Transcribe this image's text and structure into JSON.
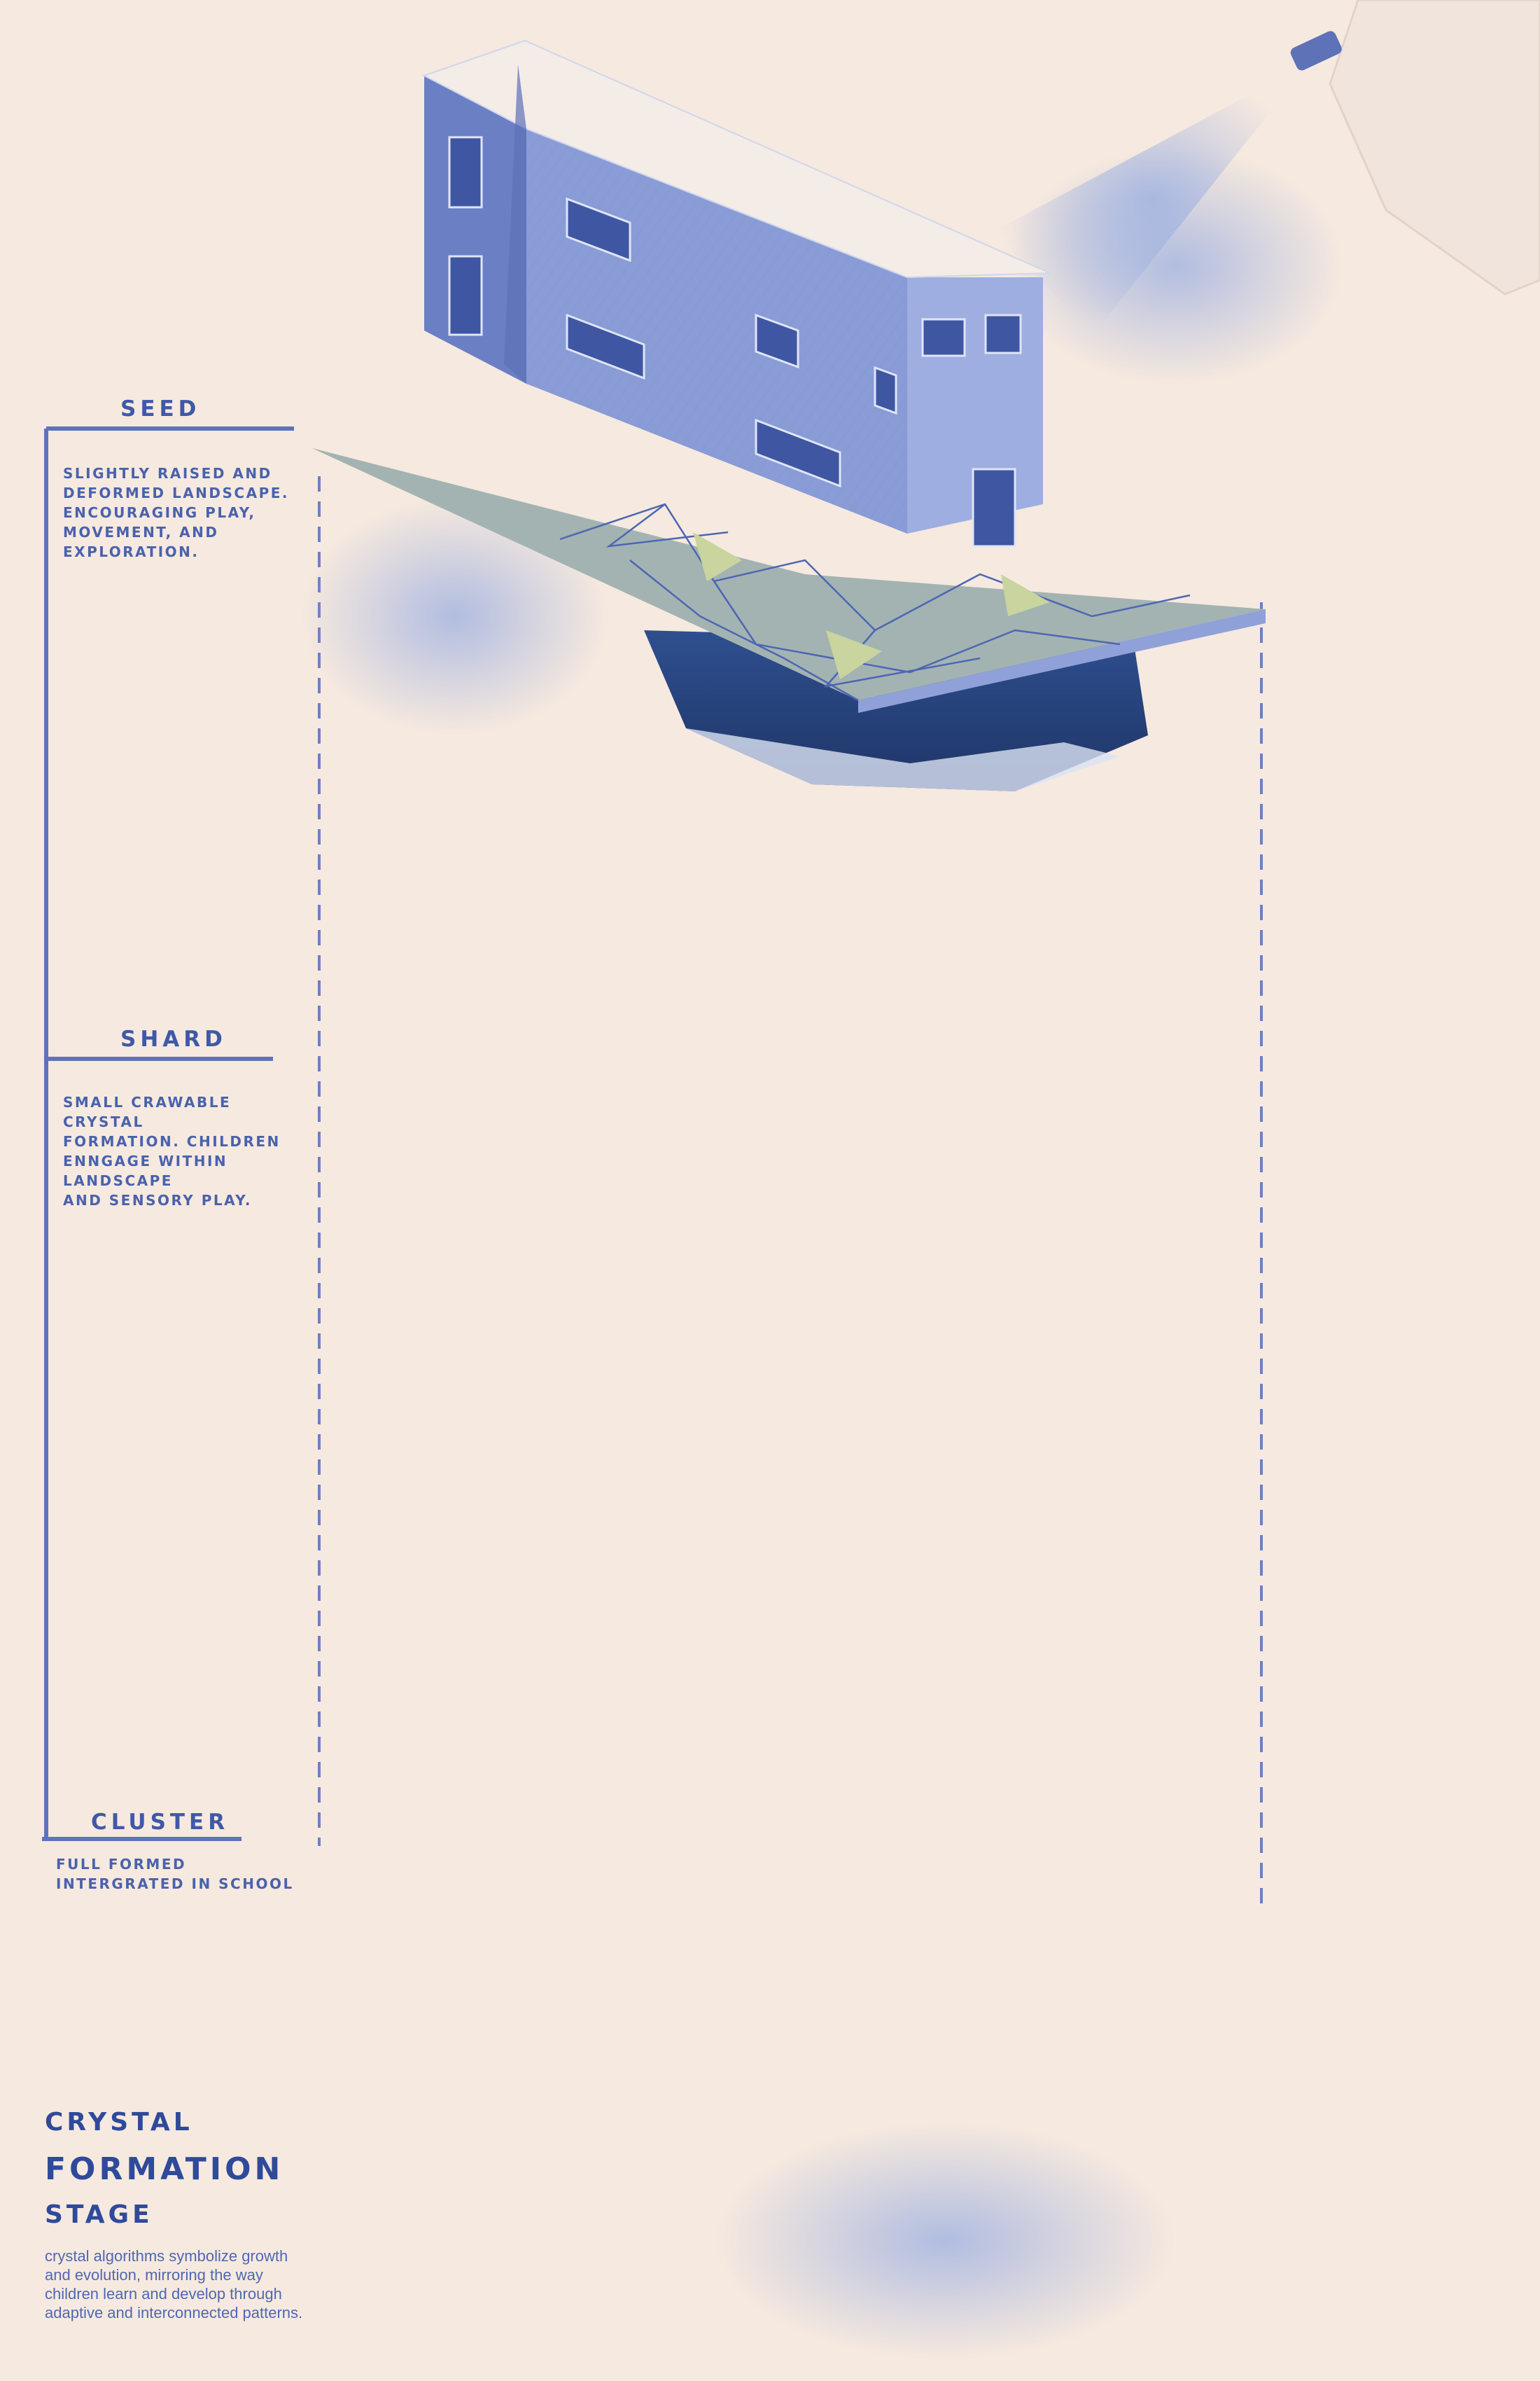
{
  "stages": [
    {
      "id": "seed",
      "title": "SEED",
      "description": [
        "SLIGHTLY RAISED AND",
        "DEFORMED LANDSCAPE.",
        "ENCOURAGING PLAY,",
        "MOVEMENT, AND",
        "EXPLORATION."
      ]
    },
    {
      "id": "shard",
      "title": "SHARD",
      "description": [
        "SMALL CRAWABLE CRYSTAL",
        "FORMATION. CHILDREN",
        "ENNGAGE WITHIN",
        "LANDSCAPE",
        "AND SENSORY PLAY."
      ]
    },
    {
      "id": "cluster",
      "title": "CLUSTER",
      "description": [
        "FULL FORMED",
        "INTERGRATED IN SCHOOL"
      ]
    }
  ],
  "title": {
    "line1": "CRYSTAL",
    "line2": "FORMATION",
    "line3": "STAGE"
  },
  "caption": [
    "crystal algorithms symbolize growth",
    "and evolution, mirroring the way",
    "children learn and develop through",
    "adaptive and interconnected patterns."
  ],
  "colors": {
    "background": "#f6e9df",
    "accent_blue": "#4a62ad",
    "facade_blue": "#8a9cd6",
    "facade_dark": "#6b7fc4",
    "roof": "#f4ece6",
    "grass": "#b9c69b",
    "soil": "#9a6a48"
  },
  "icons": [
    "building-icon",
    "crystal-icon",
    "flower-icon",
    "butterfly-icon",
    "hand-icon",
    "spray-icon",
    "children-silhouette-icon"
  ]
}
